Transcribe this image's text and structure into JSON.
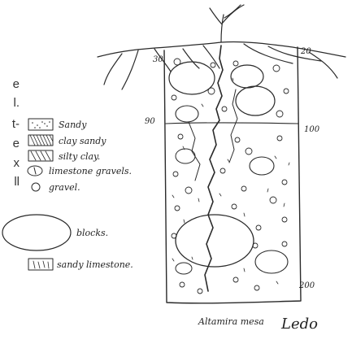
{
  "fragments": [
    "e",
    "l.",
    "t-",
    "e",
    "x",
    "ll"
  ],
  "legend": {
    "items": [
      {
        "symbol": "dotted-box",
        "label": "Sandy"
      },
      {
        "symbol": "hatched-box",
        "label": "clay sandy"
      },
      {
        "symbol": "striped-box",
        "label": "silty clay."
      },
      {
        "symbol": "circle-with-mark",
        "label": "limestone gravels."
      },
      {
        "symbol": "small-circle",
        "label": "gravel."
      },
      {
        "symbol": "large-ellipse",
        "label": "blocks."
      },
      {
        "symbol": "marked-box",
        "label": "sandy limestone."
      }
    ]
  },
  "section": {
    "depth_labels": [
      "30",
      "20",
      "90",
      "100",
      "200"
    ]
  },
  "caption": "Altamira mesa",
  "signature": "Ledo"
}
